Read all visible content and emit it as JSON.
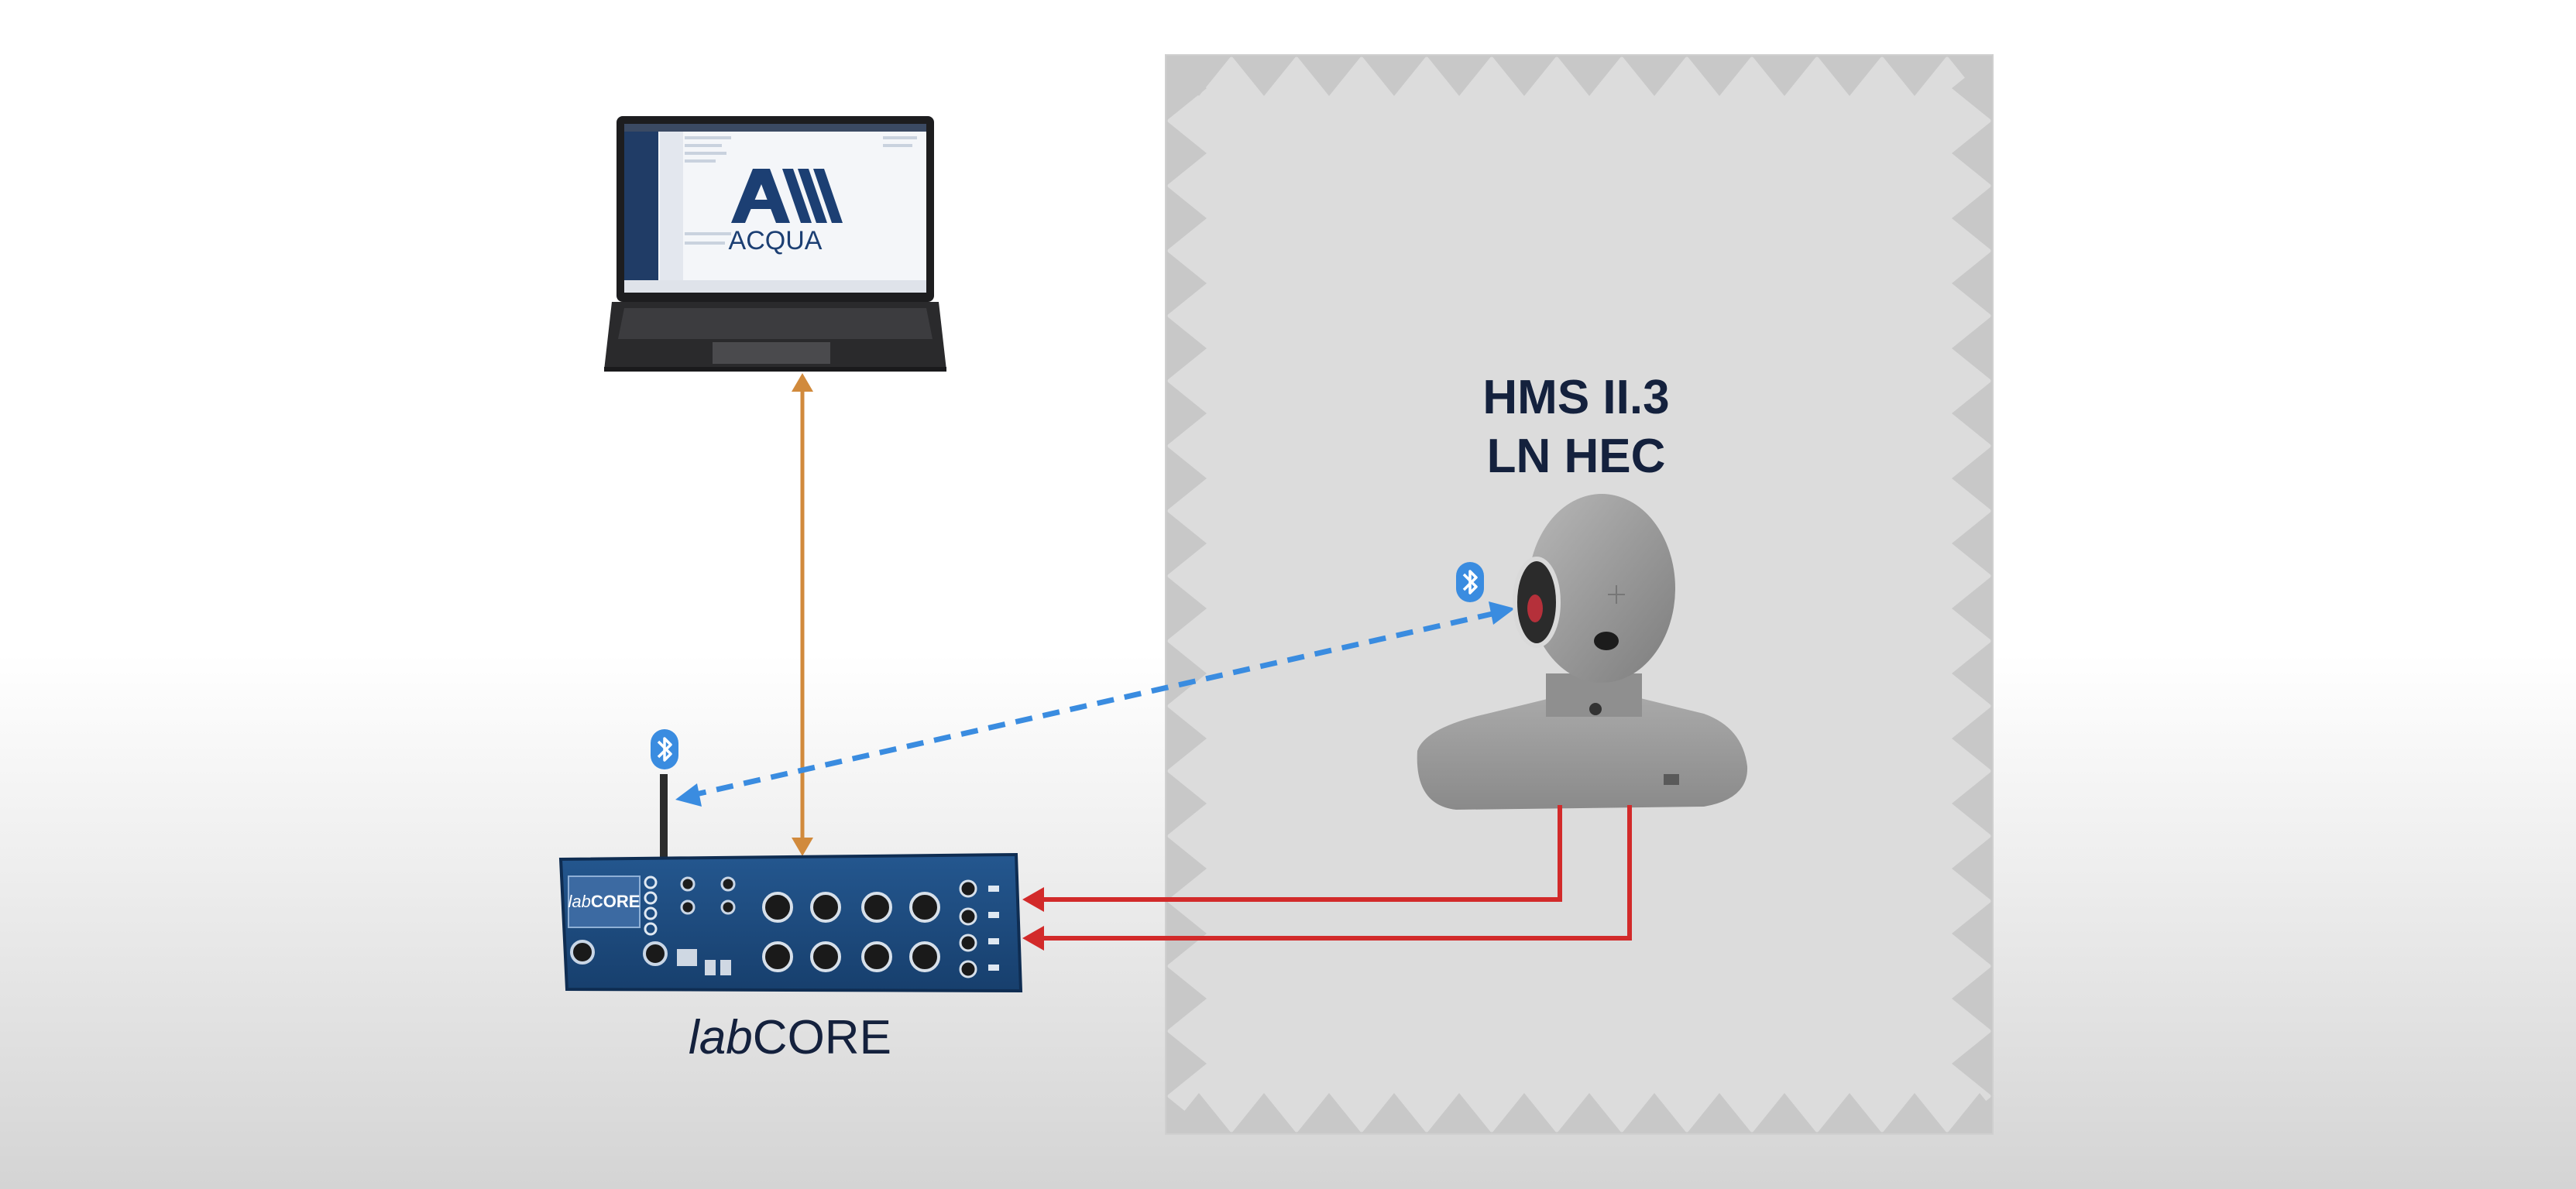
{
  "laptop": {
    "logo_text": "ACQUA"
  },
  "device_under_test": {
    "line1": "HMS II.3",
    "line2": "LN HEC"
  },
  "front_end": {
    "label_prefix": "lab",
    "label_suffix": "CORE",
    "screen_prefix": "lab",
    "screen_suffix": "CORE"
  },
  "colors": {
    "background": "#ffffff",
    "chamber": "#dcdcdc",
    "chamber_wedges": "#c8c8c8",
    "usb_link": "#d18a3c",
    "bluetooth_link": "#3a8ce0",
    "analog_link": "#d22a2a",
    "device_body": "#1f4f86",
    "label_text": "#14213d"
  },
  "icons": [
    "laptop-icon",
    "bluetooth-icon",
    "head-and-torso-simulator",
    "audio-interface-icon"
  ]
}
